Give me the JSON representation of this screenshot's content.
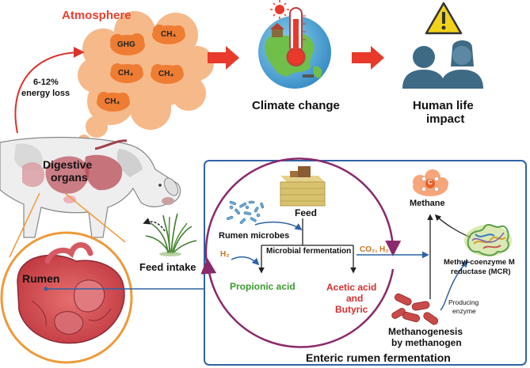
{
  "atmosphere": {
    "title": "Atmosphere",
    "gases": [
      "GHG",
      "CH₄",
      "CH₄",
      "CH₄",
      "CH₄"
    ]
  },
  "energy_loss": [
    "6-12%",
    "energy loss"
  ],
  "climate_change": "Climate change",
  "human_impact": [
    "Human life",
    "impact"
  ],
  "cow": {
    "digestive": [
      "Digestive",
      "organs"
    ]
  },
  "rumen": "Rumen",
  "feed_intake": "Feed intake",
  "fermentation_box": {
    "title": "Enteric rumen fermentation",
    "feed": "Feed",
    "rumen_microbes": "Rumen microbes",
    "microbial_fermentation": "Microbial fermentation",
    "h2": "H₂",
    "co2_h2": "CO₂, H₂",
    "propionic": "Propionic acid",
    "acetic": [
      "Acetic acid",
      "and",
      "Butyric"
    ],
    "methane": "Methane",
    "methane_symbol": "C",
    "mcr": [
      "Methyl-coenzyme M",
      "reductase (MCR)"
    ],
    "producing": [
      "Producing",
      "enzyme"
    ],
    "methanogenesis": [
      "Methanogenesis",
      "by methanogen"
    ]
  },
  "colors": {
    "atmosphere_red": "#e8402f",
    "cloud": "#f6b98a",
    "cloud_dark": "#ee7c32",
    "arrow_red": "#e8392b",
    "box_blue": "#2f63a4",
    "cycle_purple": "#8a2a6a",
    "propionic_green": "#3b9a2f",
    "acetic_red": "#d32f2f",
    "h2_orange": "#c8741e",
    "rumen_ring": "#ee9a3a",
    "person": "#3e6a85"
  }
}
